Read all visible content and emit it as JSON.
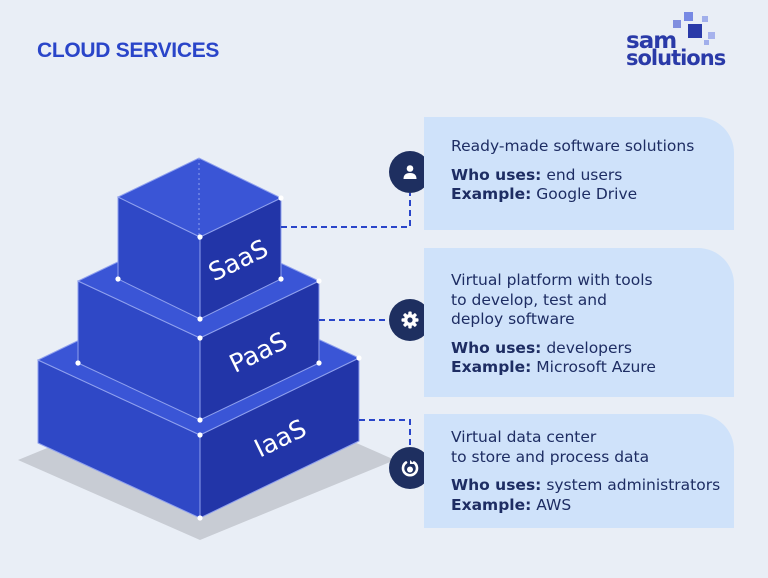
{
  "header": {
    "title": "CLOUD SERVICES"
  },
  "logo": {
    "line1": "sam",
    "line2": "solutions"
  },
  "layers": [
    {
      "label": "SaaS",
      "icon": "user-icon",
      "description": [
        "Ready-made software solutions"
      ],
      "who_uses_label": "Who uses:",
      "who_uses": "end users",
      "example_label": "Example:",
      "example": "Google Drive"
    },
    {
      "label": "PaaS",
      "icon": "gear-icon",
      "description": [
        "Virtual platform with tools",
        "to develop, test and",
        "deploy software"
      ],
      "who_uses_label": "Who uses:",
      "who_uses": "developers",
      "example_label": "Example:",
      "example": "Microsoft Azure"
    },
    {
      "label": "IaaS",
      "icon": "power-icon",
      "description": [
        "Virtual data center",
        "to store and process data"
      ],
      "who_uses_label": "Who uses:",
      "who_uses": "system administrators",
      "example_label": "Example:",
      "example": "AWS"
    }
  ],
  "colors": {
    "accent": "#2a45c9",
    "box_front": "#2f48c6",
    "box_side": "#2235a8",
    "box_top": "#3a55d6",
    "card_bg": "#cfe2fa",
    "icon_bg": "#1e2f60",
    "text_dark": "#1e2d63",
    "shadow": "#c8ccd4"
  }
}
